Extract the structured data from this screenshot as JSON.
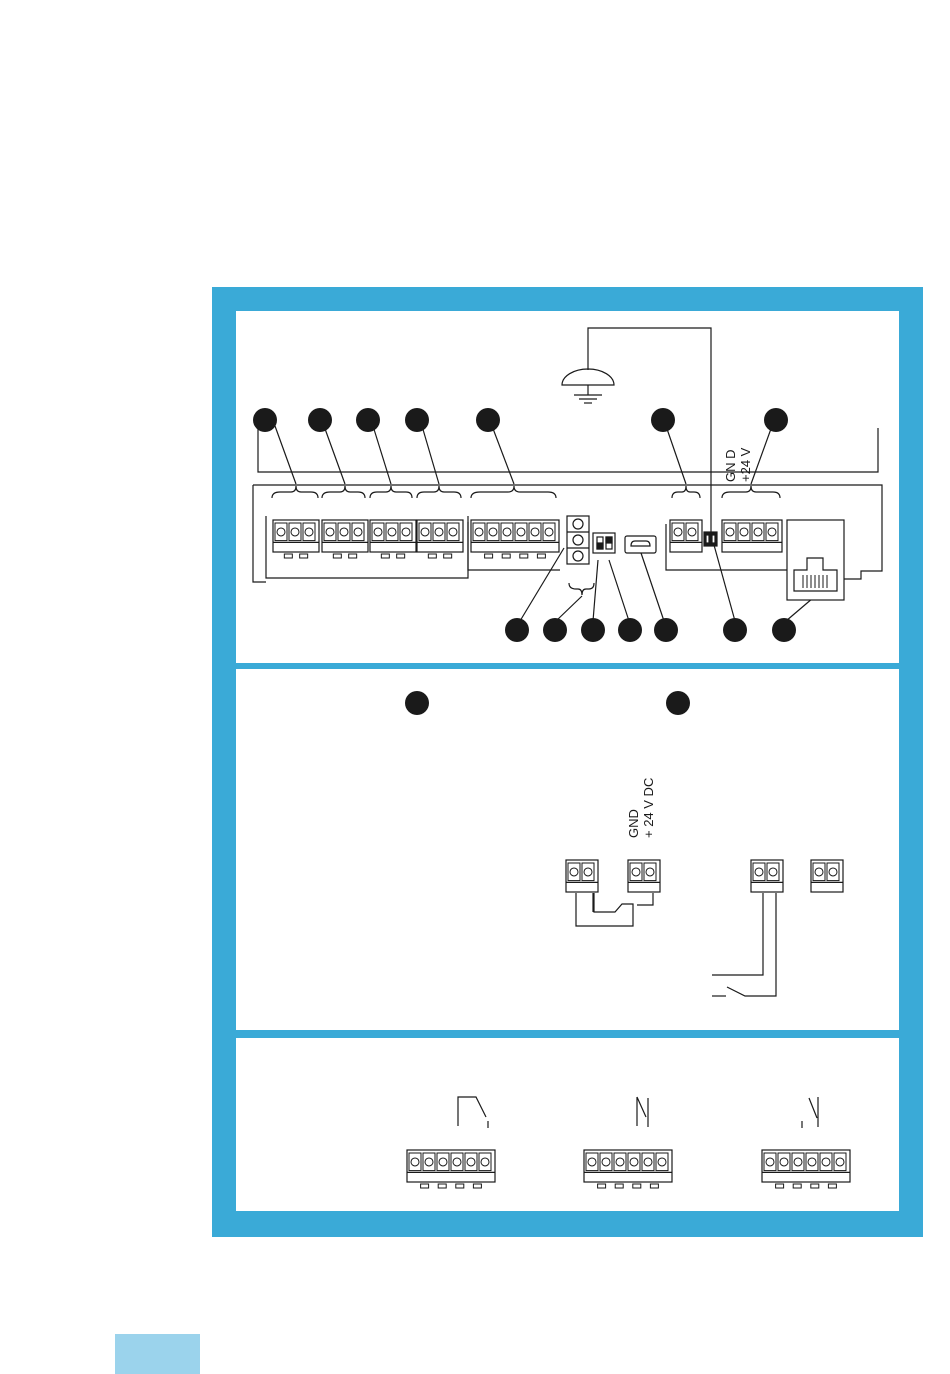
{
  "colors": {
    "frame": "#3aaad7",
    "page_tab": "#9bd3ec",
    "line": "#1a1a1a",
    "panel": "#ffffff"
  },
  "labels": {
    "power_gnd": "GN D",
    "power_24v": "+24 V",
    "dc_gnd": "GND",
    "dc_24v": "+ 24 V DC"
  },
  "callouts": {
    "top_row_count": 7,
    "bottom_row_count": 7,
    "detail_markers": 2
  },
  "icons": {
    "ground": "ground-symbol-icon",
    "usb": "micro-usb-icon",
    "rj45": "rj45-jack-icon",
    "relay_no": "relay-contact-no-icon",
    "relay_nc": "relay-contact-nc-icon",
    "relay_co": "relay-contact-changeover-icon"
  }
}
